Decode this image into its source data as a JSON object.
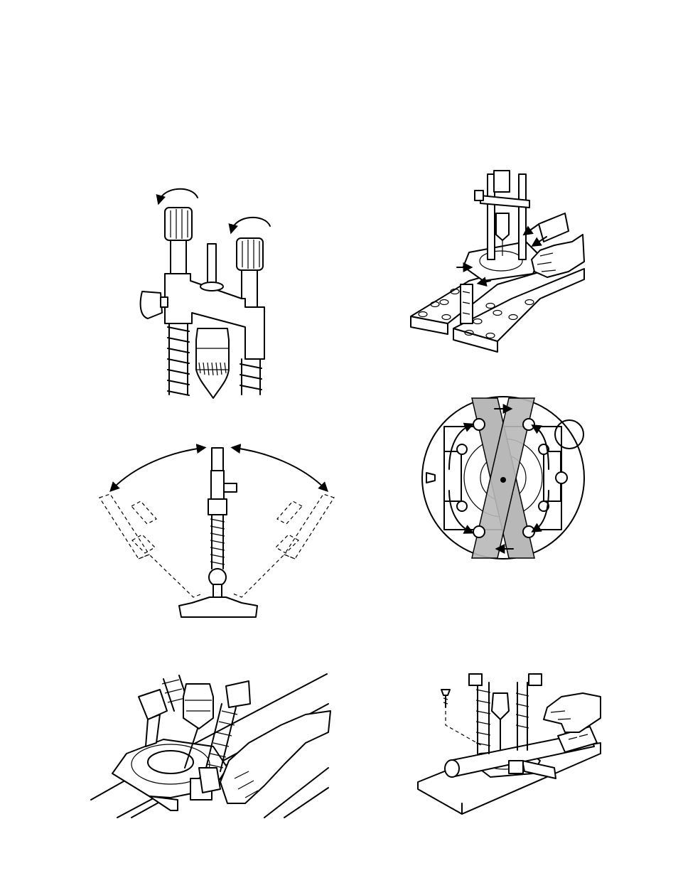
{
  "page": {
    "figures": [
      {
        "id": "fig-1",
        "content": "column-caps-rotation"
      },
      {
        "id": "fig-2",
        "content": "stand-on-board-clamping"
      },
      {
        "id": "fig-3",
        "content": "column-tilt-range"
      },
      {
        "id": "fig-4",
        "content": "base-plate-top-view"
      },
      {
        "id": "fig-5",
        "content": "angled-drilling-on-board"
      },
      {
        "id": "fig-6",
        "content": "drilling-round-pipe"
      }
    ],
    "colors": {
      "line": "#000000",
      "band": "#b8b8b8",
      "background": "#ffffff"
    },
    "icons": [
      "rotate-arrow-icon",
      "press-arrow-icon",
      "direction-arrow-icon",
      "screw-icon",
      "hand-icon"
    ]
  }
}
